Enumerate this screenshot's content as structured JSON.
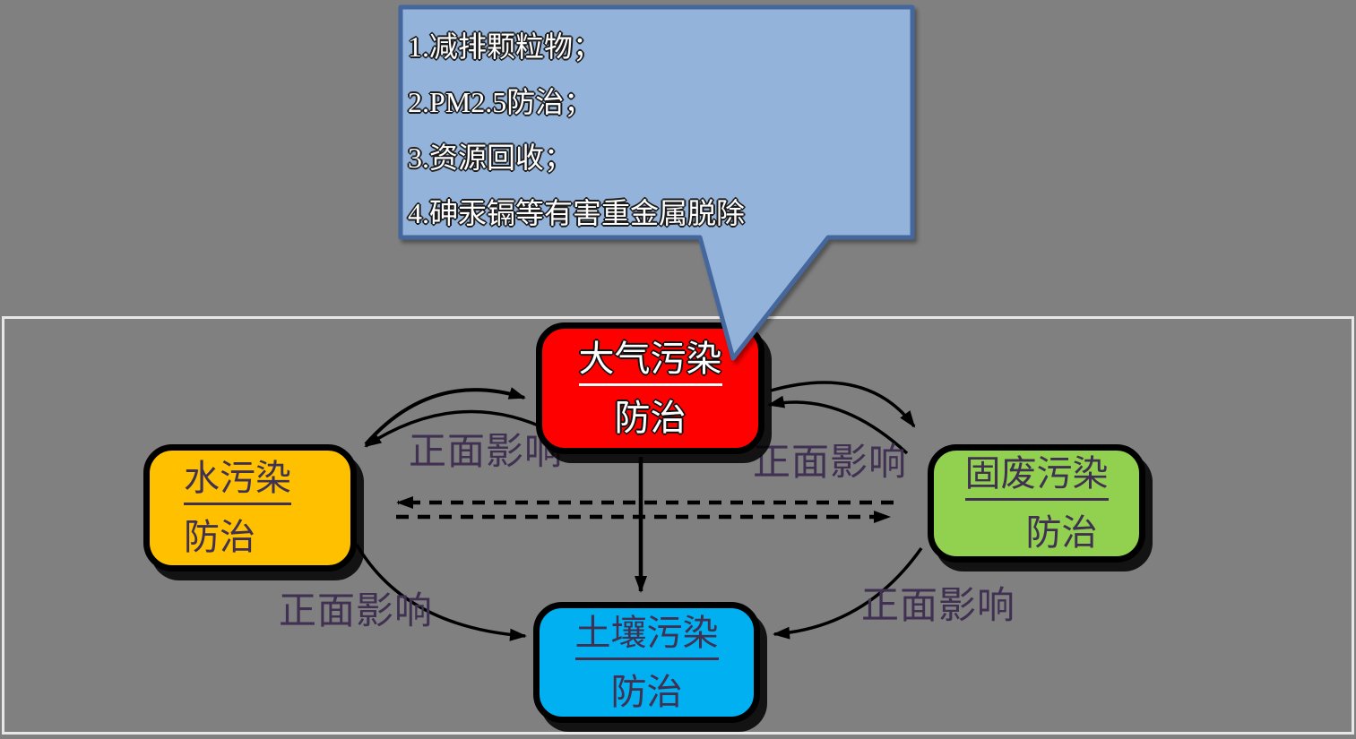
{
  "canvas": {
    "background_color": "#808080",
    "frame_color": "#E7E7E7"
  },
  "callout": {
    "fill": "#93B3DA",
    "border_color": "#44679E",
    "text_color": "#FFFFFF",
    "items": [
      "1.减排颗粒物；",
      "2.PM2.5防治；",
      "3.资源回收；",
      "4.砷汞镉等有害重金属脱除"
    ]
  },
  "nodes": {
    "air": {
      "line1": "大气污染",
      "line2": "防治",
      "fill": "#FF0000",
      "text_color": "#FFFFFF"
    },
    "water": {
      "line1": "水污染",
      "line2": "防治",
      "fill": "#FFC000",
      "text_color": "#403152"
    },
    "solid": {
      "line1": "固废污染",
      "line2": "防治",
      "fill": "#92D050",
      "text_color": "#403152"
    },
    "soil": {
      "line1": "土壤污染",
      "line2": "防治",
      "fill": "#00B0F0",
      "text_color": "#403152"
    }
  },
  "edge_labels": {
    "color": "#403152",
    "water_air": "正面影响",
    "air_solid": "正面影响",
    "water_soil": "正面影响",
    "solid_soil": "正面影响"
  },
  "arrow_color": "#000000"
}
